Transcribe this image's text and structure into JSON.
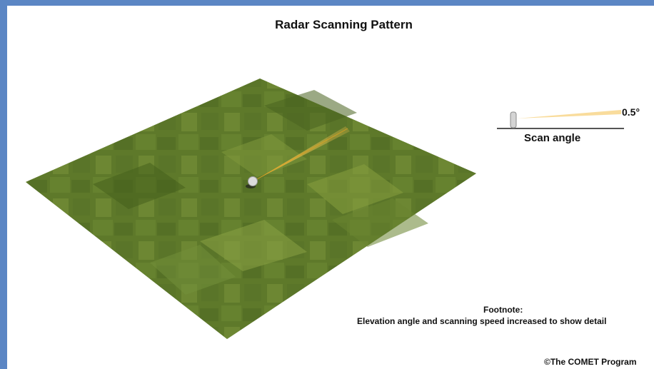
{
  "diagram": {
    "title": "Radar Scanning Pattern",
    "scan_angle_label": "Scan angle",
    "scan_angle_value": "0.5°",
    "footnote_title": "Footnote:",
    "footnote_text": "Elevation angle and scanning speed increased to show detail",
    "copyright": "©The COMET Program"
  },
  "colors": {
    "frame_border": "#5b86c4",
    "field_base": "#5f7a2a",
    "beam": "#f0b030",
    "radar_dome": "#d8d8d8"
  },
  "icons": {
    "radar": "radar-dome-icon",
    "beam": "radar-beam"
  }
}
